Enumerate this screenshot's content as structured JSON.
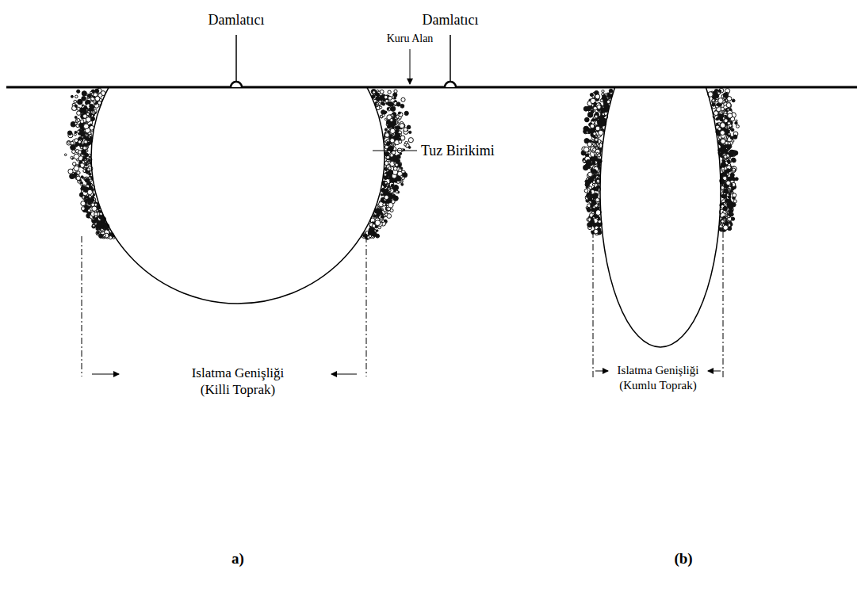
{
  "diagram": {
    "labels": [
      "Damlatıcı",
      "Kuru Alan",
      "Damlatıcı",
      "Tuz Birikimi",
      "Islatma Genişliği (Killi Toprak)",
      "Islatma Genişliği (Kumlu Toprak)",
      "a)",
      "(b)"
    ]
  }
}
